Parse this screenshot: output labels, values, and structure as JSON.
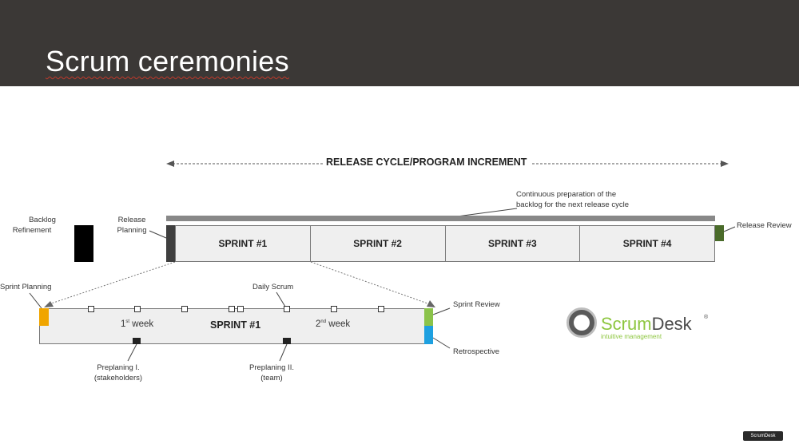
{
  "slide": {
    "title": "Scrum ceremonies"
  },
  "release_cycle": {
    "title": "RELEASE CYCLE/PROGRAM INCREMENT",
    "continuous_note_line1": "Continuous preparation of the",
    "continuous_note_line2": "backlog for the next release cycle",
    "sprints": [
      "SPRINT #1",
      "SPRINT #2",
      "SPRINT #3",
      "SPRINT #4"
    ]
  },
  "labels": {
    "backlog_refinement_line1": "Backlog",
    "backlog_refinement_line2": "Refinement",
    "release_planning_line1": "Release",
    "release_planning_line2": "Planning",
    "release_review": "Release Review",
    "sprint_planning": "Sprint Planning",
    "daily_scrum": "Daily Scrum",
    "sprint_review": "Sprint Review",
    "retrospective": "Retrospective",
    "preplaning1_line1": "Preplaning I.",
    "preplaning1_line2": "(stakeholders)",
    "preplaning2_line1": "Preplaning II.",
    "preplaning2_line2": "(team)"
  },
  "sprint_detail": {
    "title": "SPRINT #1",
    "week1_num": "1",
    "week1_sup": "st",
    "week1_text": " week",
    "week2_num": "2",
    "week2_sup": "nd",
    "week2_text": " week"
  },
  "logo": {
    "part1": "Scrum",
    "part2": "Desk",
    "reg": "®",
    "tagline": "intuitive management",
    "footer": "ScrumDesk"
  },
  "colors": {
    "header_bg": "#3b3836",
    "sprint_planning": "#f0a500",
    "sprint_review": "#8bc34a",
    "retrospective": "#1ea0e0",
    "release_review": "#4a6b2a",
    "logo_green": "#8dc63f"
  }
}
